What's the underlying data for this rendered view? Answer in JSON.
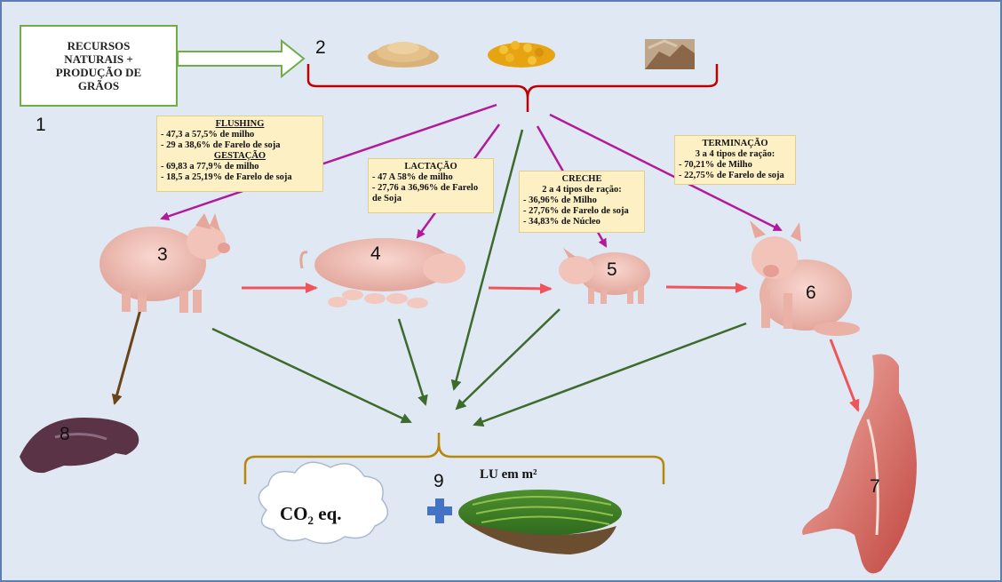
{
  "labels": {
    "n1": "1",
    "n2": "2",
    "n3": "3",
    "n4": "4",
    "n5": "5",
    "n6": "6",
    "n7": "7",
    "n8": "8",
    "n9": "9"
  },
  "resources": {
    "line1": "RECURSOS",
    "line2": "NATURAIS +",
    "line3": "PRODUÇÃO DE",
    "line4": "GRÃOS"
  },
  "flushing_box": {
    "title1": "FLUSHING",
    "l1": "- 47,3 a 57,5% de milho",
    "l2": "- 29 a 38,6% de Farelo de soja",
    "title2": "GESTAÇÃO",
    "l3": "- 69,83 a 77,9% de  milho",
    "l4": "- 18,5 a 25,19% de Farelo de soja"
  },
  "lactacao_box": {
    "title": "LACTAÇÃO",
    "l1": "- 47 A 58% de milho",
    "l2": "- 27,76 a 36,96% de Farelo",
    "l3": "de Soja"
  },
  "creche_box": {
    "title": "CRECHE",
    "sub": "2 a 4 tipos de ração:",
    "l1": "- 36,96% de Milho",
    "l2": "- 27,76% de Farelo de soja",
    "l3": "- 34,83% de Núcleo"
  },
  "terminacao_box": {
    "title": "TERMINAÇÃO",
    "sub": "3 a 4 tipos de ração:",
    "l1": "- 70,21% de Milho",
    "l2": "- 22,75% de Farelo de soja"
  },
  "outputs": {
    "co2": "CO",
    "co2_sub": "2",
    "co2_suffix": " eq.",
    "lu": "LU em m²"
  },
  "colors": {
    "magenta_arrow": "#b21a9c",
    "green_arrow": "#3d6b2c",
    "red_arrow": "#f0545a",
    "brown_arrow": "#6a4317",
    "red_bracket": "#c00000",
    "gold_bracket": "#b8860b",
    "plus": "#4472c4",
    "box_outline": "#70ad47"
  }
}
